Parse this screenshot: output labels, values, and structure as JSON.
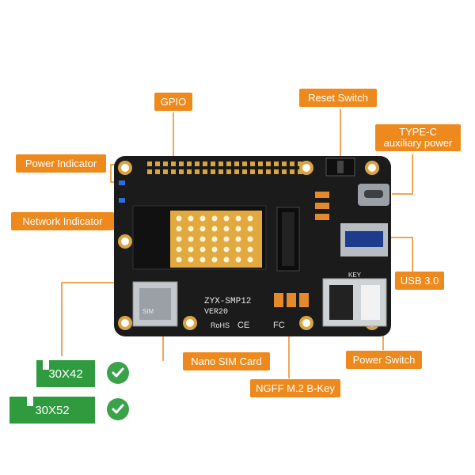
{
  "callouts": {
    "gpio": "GPIO",
    "reset_switch": "Reset Switch",
    "typec_line1": "TYPE-C",
    "typec_line2": "auxiliary power",
    "power_indicator": "Power Indicator",
    "network_indicator": "Network Indicator",
    "usb3": "USB 3.0",
    "nano_sim": "Nano SIM Card",
    "power_switch": "Power Switch",
    "ngff": "NGFF M.2 B-Key"
  },
  "board_print": {
    "model": "ZYX-SMP12",
    "version": "VER20",
    "sim": "SIM",
    "key": "KEY",
    "rohs": "RoHS",
    "ce": "CE",
    "fcc": "FC"
  },
  "compatibility": [
    {
      "size": "30X42",
      "supported": true
    },
    {
      "size": "30X52",
      "supported": true
    }
  ],
  "colors": {
    "callout": "#ee8a1d",
    "pcb": "#1b1b1b",
    "gold": "#d9a441",
    "ssd_green": "#2f9a3e",
    "check_green": "#3aa34a",
    "led_blue": "#2a6fe0"
  },
  "icons": [
    "check-icon",
    "m2-ssd-icon"
  ]
}
